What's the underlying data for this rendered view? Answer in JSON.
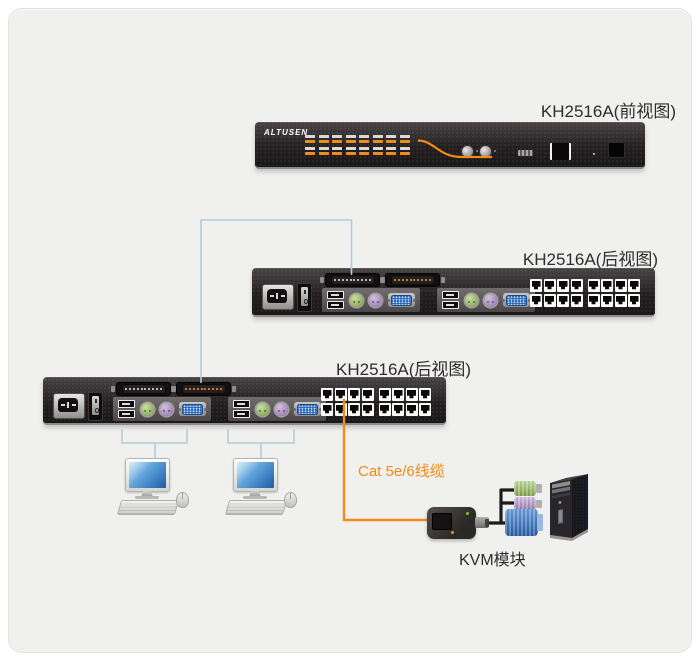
{
  "brand": "ALTUSEN",
  "labels": {
    "front_view": "KH2516A(前视图)",
    "rear_view_top": "KH2516A(后视图)",
    "rear_view_bottom": "KH2516A(后视图)",
    "cat_cable": "Cat 5e/6线缆",
    "kvm_module": "KVM模块"
  },
  "front_device": {
    "buttons_per_row": 8,
    "button_rows": 2
  },
  "rear_device": {
    "rj45_ports_per_row": 4,
    "rj45_groups": 2,
    "rj45_rows": 2,
    "db25_pins": 10,
    "console_groups": 2
  },
  "colors": {
    "accent_orange": "#ef8c1a",
    "chain_cable_blue": "#b5cbd8",
    "kvm_cable_black": "#1d1b1c",
    "ps2_green": "#9fc06a",
    "ps2_purple": "#b393c9",
    "vga_blue": "#2f6cbe",
    "panel_bg": "#f0f0ee",
    "label_text": "#2e2c2d"
  }
}
